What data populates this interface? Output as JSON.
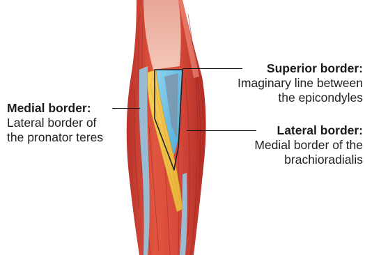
{
  "labels": {
    "superior": {
      "heading": "Superior border:",
      "line1": "Imaginary line between",
      "line2": "the epicondyles"
    },
    "medial": {
      "heading": "Medial border:",
      "line1": "Lateral border of",
      "line2": "the pronator teres"
    },
    "lateral": {
      "heading": "Lateral border:",
      "line1": "Medial border of the",
      "line2": "brachioradialis"
    }
  },
  "colors": {
    "muscle_red": "#d8463a",
    "muscle_light": "#f0a090",
    "tendon_blue": "#6cc5e8",
    "fossa_blue": "#5ab8e2",
    "border_yellow": "#f3c44a",
    "outline": "#222222"
  }
}
